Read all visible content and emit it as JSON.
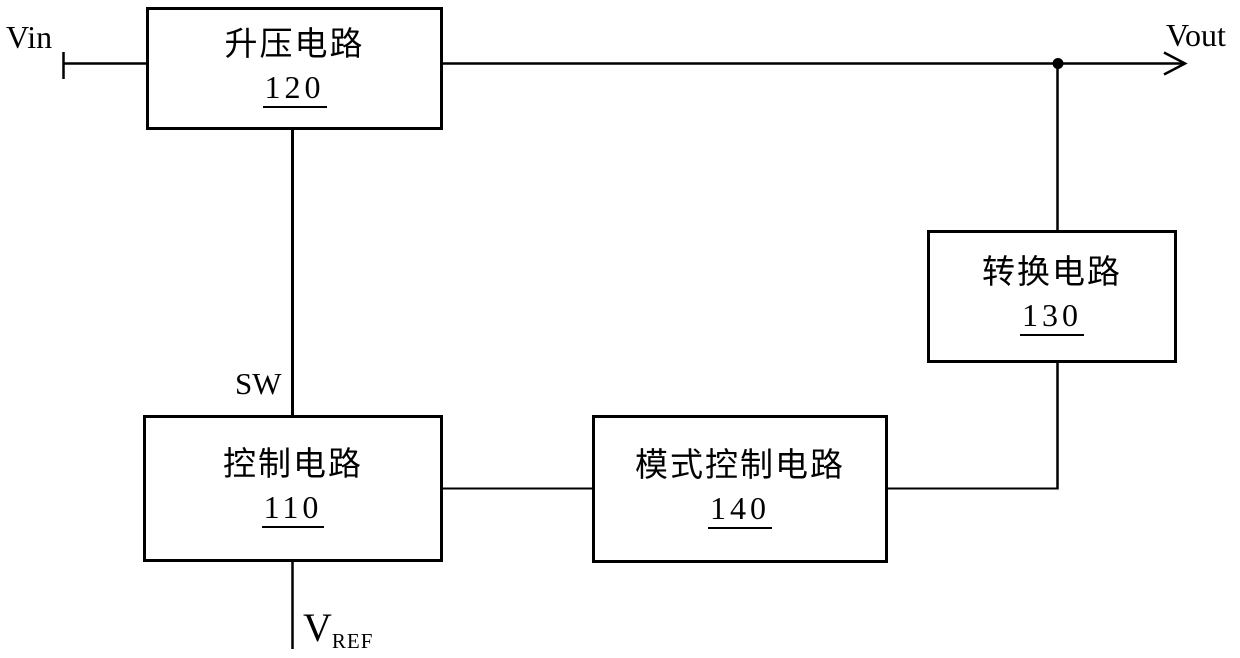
{
  "diagram": {
    "labels": {
      "input": "Vin",
      "output": "Vout",
      "switch_node": "SW",
      "vref_main": "V",
      "vref_sub": "REF"
    },
    "blocks": {
      "boost": {
        "title": "升压电路",
        "number": "120"
      },
      "control": {
        "title": "控制电路",
        "number": "110"
      },
      "mode": {
        "title": "模式控制电路",
        "number": "140"
      },
      "converter": {
        "title": "转换电路",
        "number": "130"
      }
    },
    "colors": {
      "line": "#000000",
      "background": "#ffffff"
    }
  }
}
